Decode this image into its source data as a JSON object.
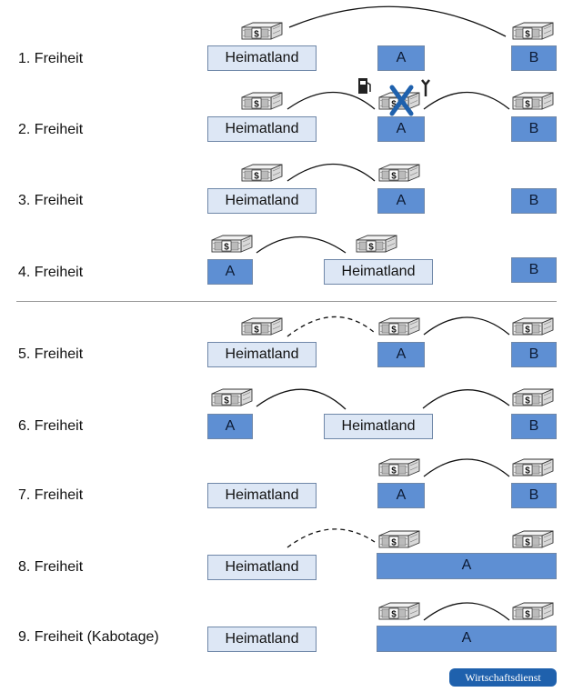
{
  "rows": [
    {
      "label": "1. Freiheit"
    },
    {
      "label": "2. Freiheit"
    },
    {
      "label": "3. Freiheit"
    },
    {
      "label": "4. Freiheit"
    },
    {
      "label": "5. Freiheit"
    },
    {
      "label": "6. Freiheit"
    },
    {
      "label": "7. Freiheit"
    },
    {
      "label": "8. Freiheit"
    },
    {
      "label": "9. Freiheit (Kabotage)"
    }
  ],
  "nodes": {
    "home": "Heimatland",
    "a": "A",
    "b": "B"
  },
  "money_symbol": "$",
  "brand": "Wirtschaftsdienst",
  "colors": {
    "home_fill": "#dde7f5",
    "dest_fill": "#5e8fd3",
    "cross": "#1f61ad",
    "brand_bg": "#1f61ad"
  },
  "icons": [
    "money-bundle-icon",
    "fuel-pump-icon",
    "wrench-icon",
    "cross-mark-icon"
  ]
}
